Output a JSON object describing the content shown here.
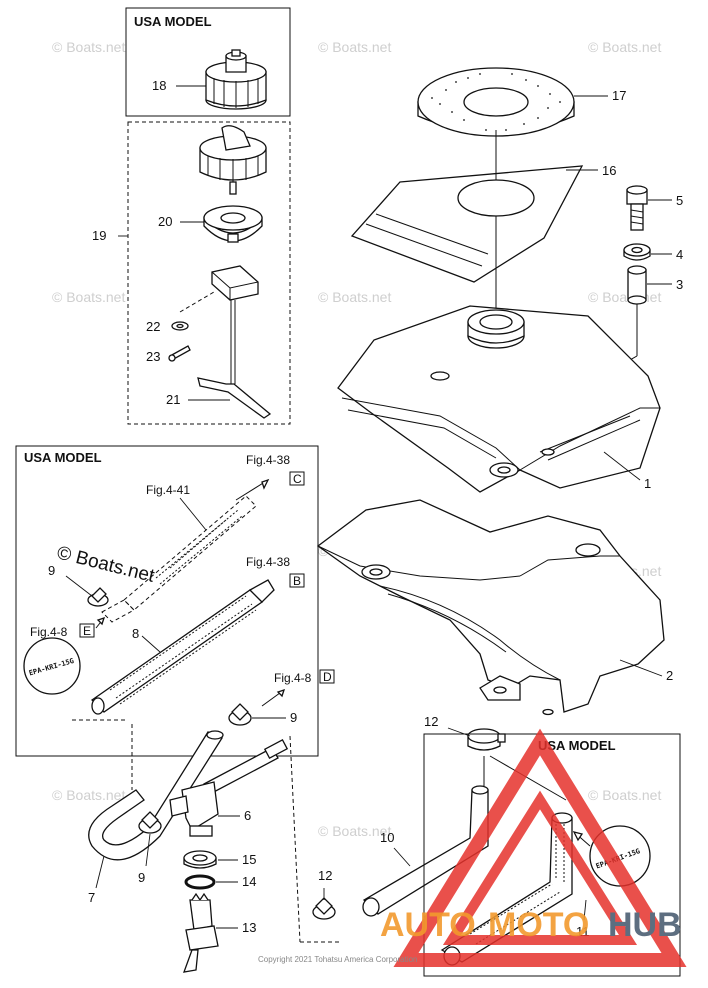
{
  "diagram": {
    "boxes": {
      "cap_box_title": "USA MODEL",
      "hose_box_title": "USA MODEL",
      "hose11_box_title": "USA MODEL"
    },
    "callouts": {
      "c1": "1",
      "c2": "2",
      "c3": "3",
      "c4": "4",
      "c5": "5",
      "c6": "6",
      "c7": "7",
      "c8": "8",
      "c9a": "9",
      "c9b": "9",
      "c9c": "9",
      "c10": "10",
      "c11": "11",
      "c12a": "12",
      "c12b": "12",
      "c13": "13",
      "c14": "14",
      "c15": "15",
      "c16": "16",
      "c17": "17",
      "c18": "18",
      "c19": "19",
      "c20": "20",
      "c21": "21",
      "c22": "22",
      "c23": "23"
    },
    "figure_refs": {
      "fig_4_38_c": "Fig.4-38",
      "box_c": "C",
      "fig_4_41": "Fig.4-41",
      "fig_4_38_b": "Fig.4-38",
      "box_b": "B",
      "fig_4_8_e": "Fig.4-8",
      "box_e": "E",
      "fig_4_8_d": "Fig.4-8",
      "box_d": "D"
    },
    "epa_label_1": "EPA-KRI-15G",
    "epa_label_2": "EPA-KRI-15G",
    "watermark": "© Boats.net",
    "watermark_big": "© Boats.net",
    "copyright": "Copyright 2021 Tohatsu America Corporation",
    "brand": {
      "part1": "AUTO",
      "part2": "MOTO",
      "part3": "HUB"
    },
    "colors": {
      "line": "#111111",
      "brand_red": "#e5312b",
      "brand_orange": "#f29a2e",
      "brand_gray": "#5d6e80"
    }
  }
}
